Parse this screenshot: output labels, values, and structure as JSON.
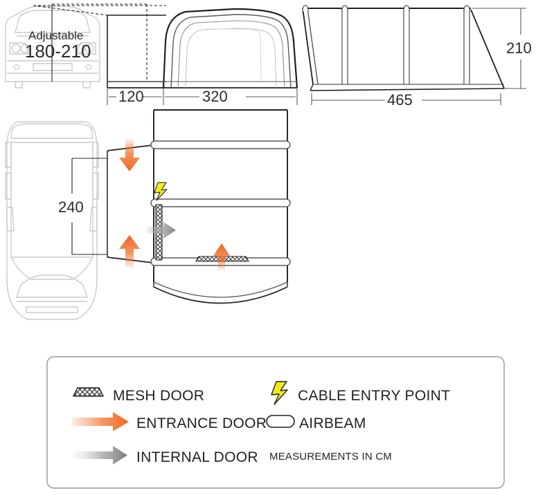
{
  "diagram": {
    "title": "Tent awning technical dimension drawing",
    "units_note": "MEASUREMENTS IN CM"
  },
  "views": {
    "front_elevation": {
      "name": "front-elevation-view",
      "vehicle_label_line1": "Adjustable",
      "vehicle_label_line2": "180-210",
      "dim_canopy_depth": "120",
      "dim_tent_width": "320"
    },
    "side_elevation": {
      "name": "side-elevation-view",
      "dim_length": "465",
      "dim_height": "210"
    },
    "plan": {
      "name": "plan-view",
      "dim_vehicle_opening": "240"
    }
  },
  "legend": {
    "left_column": [
      {
        "icon": "mesh-door-icon",
        "label": "MESH DOOR"
      },
      {
        "icon": "entrance-door-arrow-icon",
        "label": "ENTRANCE DOOR"
      },
      {
        "icon": "internal-door-arrow-icon",
        "label": "INTERNAL DOOR"
      }
    ],
    "right_column": [
      {
        "icon": "cable-entry-bolt-icon",
        "label": "CABLE ENTRY POINT"
      },
      {
        "icon": "airbeam-icon",
        "label": "AIRBEAM"
      }
    ],
    "footnote": "MEASUREMENTS IN CM"
  },
  "colors": {
    "line_dark": "#231f20",
    "line_mid": "#58595b",
    "line_light": "#bcbec0",
    "accent_orange": "#f0702a",
    "accent_yellow": "#f2eb1c",
    "grey_arrow": "#808285",
    "background": "#ffffff"
  }
}
